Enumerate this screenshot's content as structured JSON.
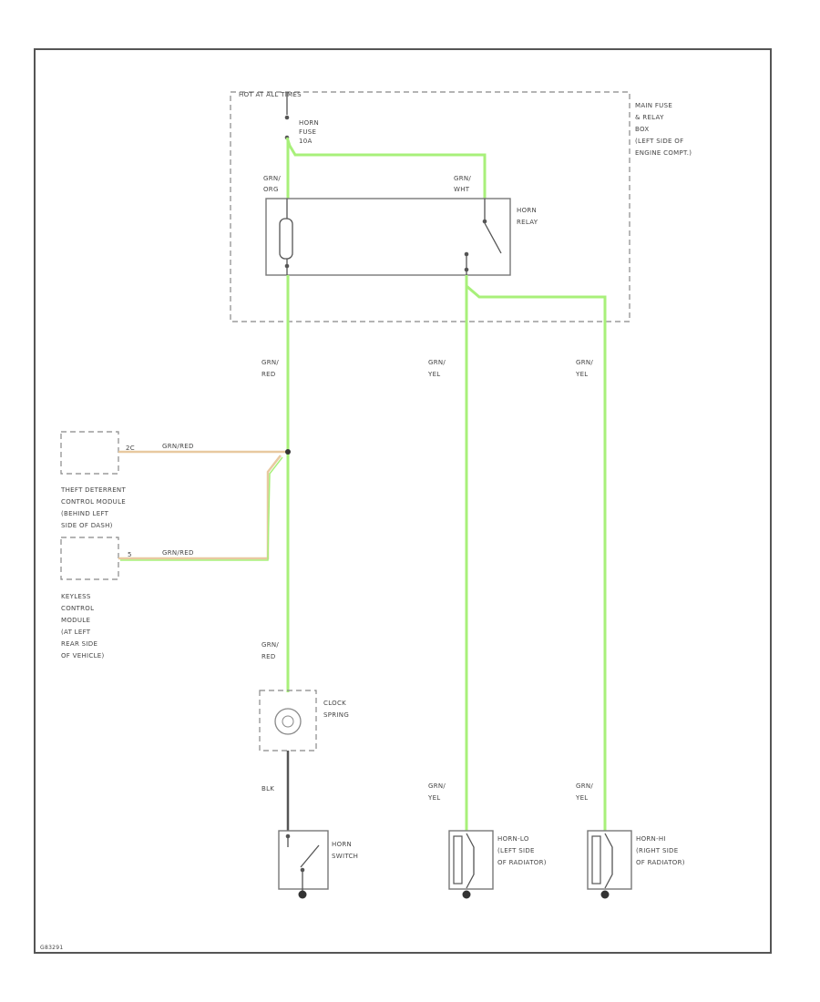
{
  "labels": {
    "hot_at_all_times": "HOT AT ALL TIMES",
    "horn_fuse": [
      "HORN",
      "FUSE",
      "10A"
    ],
    "fuse_box": [
      "MAIN FUSE",
      "& RELAY",
      "BOX",
      "(LEFT SIDE OF",
      "ENGINE COMPT.)"
    ],
    "wire_grn_org_left": [
      "GRN/",
      "ORG"
    ],
    "wire_grn_wht": [
      "GRN/",
      "WHT"
    ],
    "horn_relay": [
      "HORN",
      "RELAY"
    ],
    "wire_grn_red_1": [
      "GRN/",
      "RED"
    ],
    "wire_grn_yel_1": [
      "GRN/",
      "YEL"
    ],
    "wire_grn_yel_2": [
      "GRN/",
      "YEL"
    ],
    "pin_theft": "2C",
    "wire_grn_red_theft": "GRN/RED",
    "theft_module": [
      "THEFT DETERRENT",
      "CONTROL MODULE",
      "(BEHIND LEFT",
      "SIDE OF DASH)"
    ],
    "pin_keyless": "5",
    "wire_grn_red_keyless": "GRN/RED",
    "keyless_module": [
      "KEYLESS",
      "CONTROL",
      "MODULE",
      "(AT LEFT",
      "REAR SIDE",
      "OF VEHICLE)"
    ],
    "wire_grn_red_2": [
      "GRN/",
      "RED"
    ],
    "clock_spring": [
      "CLOCK",
      "SPRING"
    ],
    "wire_blk": [
      "BLK"
    ],
    "wire_grn_yel_3": [
      "GRN/",
      "YEL"
    ],
    "wire_grn_yel_4": [
      "GRN/",
      "YEL"
    ],
    "horn_switch": [
      "HORN",
      "SWITCH"
    ],
    "horn_lo": [
      "HORN-LO",
      "(LEFT SIDE",
      "OF RADIATOR)"
    ],
    "horn_hi": [
      "HORN-HI",
      "(RIGHT SIDE",
      "OF RADIATOR)"
    ],
    "diagram_id": "G83291"
  },
  "colors": {
    "wire_green": "#a8f07a",
    "wire_orange": "#e8c9a0",
    "wire_black": "#555555",
    "frame": "#555555",
    "dashed": "#888888"
  }
}
